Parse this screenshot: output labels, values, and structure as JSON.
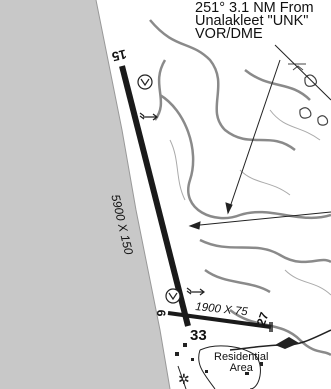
{
  "location": {
    "bearing": "251° 3.1 NM From",
    "station": "Unalakleet \"UNK\"",
    "type": "VOR/DME"
  },
  "runways": {
    "main": {
      "end_north": "15",
      "end_south": "33",
      "dimensions": "5900 X 150"
    },
    "crosswind": {
      "end_west": "9",
      "end_east": "27",
      "dimensions": "1900 X 75"
    }
  },
  "labels": {
    "residential": "Residential",
    "area": "Area"
  },
  "colors": {
    "water": "#c8c8c8",
    "runway": "#1a1a1a",
    "stream": "#8a8a8a"
  }
}
